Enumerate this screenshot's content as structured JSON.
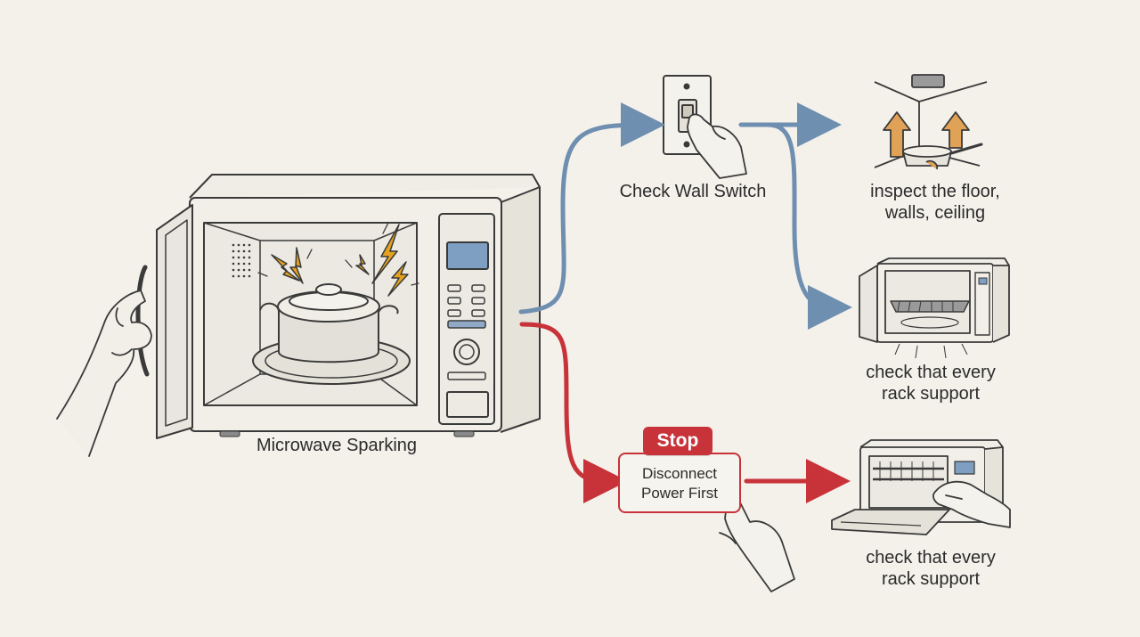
{
  "diagram": {
    "main_label": "Microwave Sparking",
    "switch_label": "Check Wall Switch",
    "inspect_lines": [
      "inspect the floor,",
      "walls, ceiling"
    ],
    "rack1_lines": [
      "check that every",
      "rack support"
    ],
    "rack2_lines": [
      "check that every",
      "rack support"
    ],
    "stop_badge": "Stop",
    "disconnect_lines": [
      "Disconnect",
      "Power First"
    ]
  },
  "colors": {
    "background": "#f3f1ea",
    "blue_arrow": "#6f8fb0",
    "red_arrow": "#c8333a",
    "spark": "#e5a21f",
    "line": "#3a3a3a",
    "display": "#7f9fc2",
    "orange_arrow": "#e0a256"
  },
  "icons": [
    "microwave-icon",
    "hand-icon",
    "pot-icon",
    "spark-icon",
    "wall-switch-icon",
    "ceiling-vent-icon",
    "oven-icon",
    "finger-icon"
  ]
}
